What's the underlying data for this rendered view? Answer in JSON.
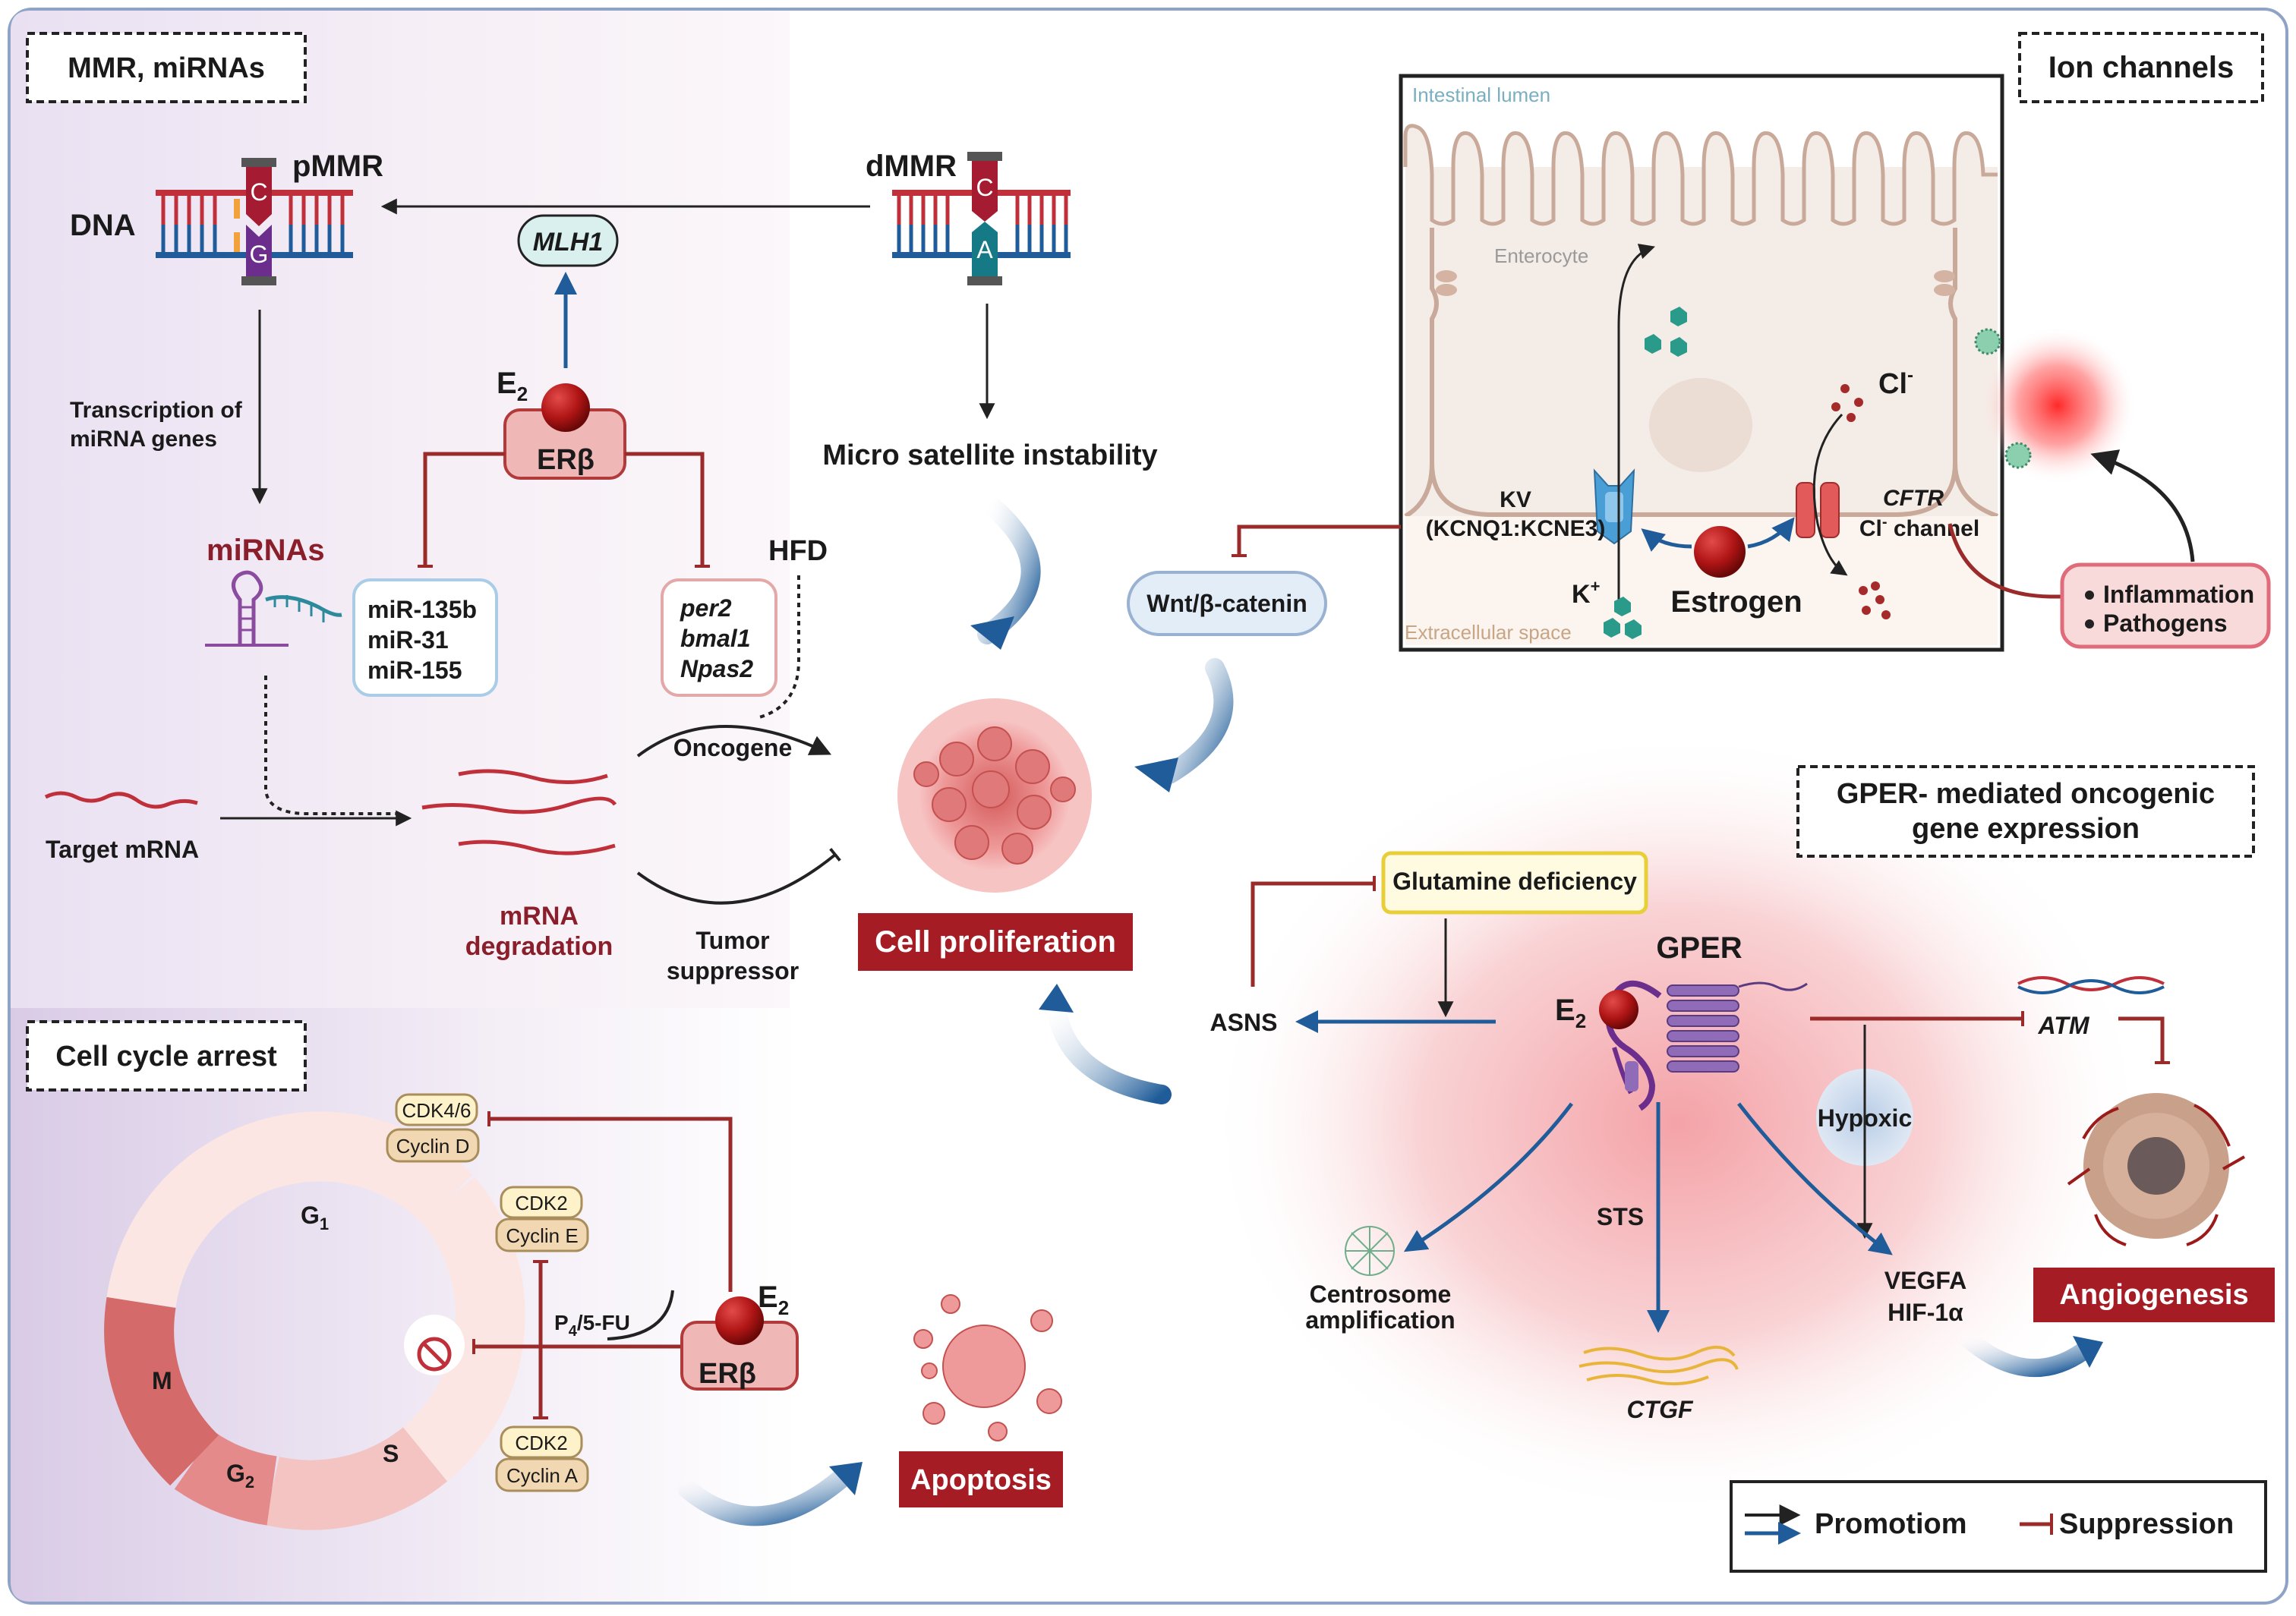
{
  "panels": {
    "mmr": {
      "title": "MMR, miRNAs"
    },
    "ion": {
      "title": "Ion channels"
    },
    "gper": {
      "title_line1": "GPER- mediated oncogenic",
      "title_line2": "gene expression"
    },
    "cellcycle": {
      "title": "Cell cycle arrest"
    }
  },
  "mmr": {
    "dna": "DNA",
    "pmmr": "pMMR",
    "dmmr": "dMMR",
    "base_c1": "C",
    "base_g": "G",
    "base_c2": "C",
    "base_a": "A",
    "mlh1": "MLH1",
    "e2": "E",
    "e2_sub": "2",
    "erb": "ERβ",
    "transcription_line1": "Transcription of",
    "transcription_line2": "miRNA genes",
    "mirnas": "miRNAs",
    "mir_list": [
      "miR-135b",
      "miR-31",
      "miR-155"
    ],
    "genes": [
      "per2",
      "bmal1",
      "Npas2"
    ],
    "hfd": "HFD",
    "msi": "Micro satellite instability",
    "target_mrna": "Target mRNA",
    "mrna_deg_line1": "mRNA",
    "mrna_deg_line2": "degradation",
    "oncogene": "Oncogene",
    "tumor_line1": "Tumor",
    "tumor_line2": "suppressor",
    "cell_prolif": "Cell proliferation"
  },
  "ion": {
    "lumen": "Intestinal lumen",
    "enterocyte": "Enterocyte",
    "extracellular": "Extracellular space",
    "cl": "Cl",
    "cl_sup": "-",
    "kv_line1": "KV",
    "kv_line2": "(KCNQ1:KCNE3)",
    "k": "K",
    "k_sup": "+",
    "estrogen": "Estrogen",
    "cftr": "CFTR",
    "cl_channel_cl": "Cl",
    "cl_channel_sup": "-",
    "cl_channel_rest": " channel",
    "wnt": "Wnt/β-catenin",
    "inflammation": "Inflammation",
    "pathogens": "Pathogens"
  },
  "gper": {
    "glutamine": "Glutamine deficiency",
    "gper": "GPER",
    "e2": "E",
    "e2_sub": "2",
    "asns": "ASNS",
    "atm": "ATM",
    "hypoxic": "Hypoxic",
    "sts": "STS",
    "centrosome_line1": "Centrosome",
    "centrosome_line2": "amplification",
    "ctgf": "CTGF",
    "vegfa": "VEGFA",
    "hif": "HIF-1α",
    "angiogenesis": "Angiogenesis"
  },
  "cellcycle": {
    "cdk46": "CDK4/6",
    "cyclin_d": "Cyclin D",
    "cdk2_e": "CDK2",
    "cyclin_e": "Cyclin E",
    "cdk2_a": "CDK2",
    "cyclin_a": "Cyclin A",
    "g1": "G",
    "g1_sub": "1",
    "g2": "G",
    "g2_sub": "2",
    "m": "M",
    "s": "S",
    "p4": "P",
    "p4_sub": "4",
    "p4_rest": "/5-FU",
    "e2": "E",
    "e2_sub": "2",
    "erb": "ERβ",
    "apoptosis": "Apoptosis"
  },
  "legend": {
    "promotion": "Promotiom",
    "suppression": "Suppression"
  },
  "colors": {
    "promotion_blue": "#1f5c99",
    "suppression_red": "#9b2a2a",
    "label_red_box": "#a51c24",
    "erb_box": "#f0b7b7"
  }
}
